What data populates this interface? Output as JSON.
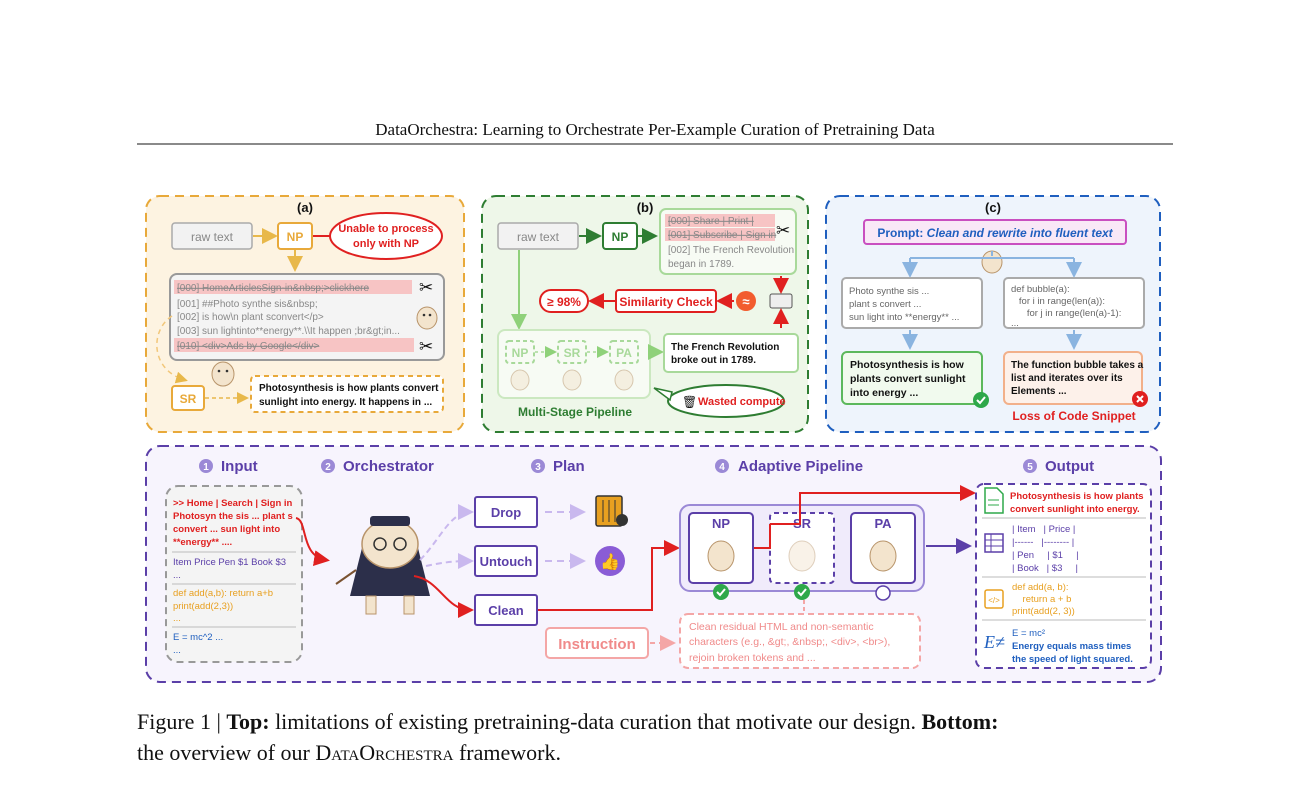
{
  "header": {
    "title": "DataOrchestra: Learning to Orchestrate Per-Example Curation of Pretraining Data"
  },
  "panel_a": {
    "label": "(a)",
    "raw_text": "raw text",
    "np": "NP",
    "callout_line1": "Unable to process",
    "callout_line2": "only with NP",
    "lines": [
      "[000] HomeArticlesSign-in&nbsp;>clickhere",
      "[001] ##Photo synthe sis&nbsp;",
      "[002] is how\\n plant sconvert</p>",
      "[003] sun lightinto**energy**.\\\\It happen ;br&gt;in...",
      "[010] <div>Ads by Google</div>"
    ],
    "sr": "SR",
    "output_line1": "Photosynthesis is how plants convert",
    "output_line2": "sunlight into energy.  It happens in ..."
  },
  "panel_b": {
    "label": "(b)",
    "raw_text": "raw text",
    "np": "NP",
    "cut_lines": [
      "[000] Share | Print |",
      "[001] Subscribe | Sign in"
    ],
    "kept_line1": "[002] The French Revolution",
    "kept_line2": "began in 1789.",
    "percent": "≥ 98%",
    "similarity": "Similarity Check",
    "stages": [
      "NP",
      "SR",
      "PA"
    ],
    "result_line1": "The French Revolution",
    "result_line2": "broke out in 1789.",
    "pipeline_label": "Multi-Stage Pipeline",
    "wasted": "Wasted compute"
  },
  "panel_c": {
    "label": "(c)",
    "prompt_prefix": "Prompt: ",
    "prompt_text": "Clean and rewrite into fluent text",
    "left_in": [
      "Photo synthe sis ...",
      "plant s convert ...",
      "sun light into **energy** ..."
    ],
    "right_in": [
      "def bubble(a):",
      "   for i in range(len(a)):",
      "      for j in range(len(a)-1):",
      "..."
    ],
    "left_out": [
      "Photosynthesis is how",
      "plants convert sunlight",
      "into energy ..."
    ],
    "right_out": [
      "The function bubble takes a",
      "list and iterates over its",
      "Elements ..."
    ],
    "loss": "Loss of Code Snippet"
  },
  "bottom": {
    "sections": [
      {
        "num": "1",
        "title": "Input"
      },
      {
        "num": "2",
        "title": "Orchestrator"
      },
      {
        "num": "3",
        "title": "Plan"
      },
      {
        "num": "4",
        "title": "Adaptive Pipeline"
      },
      {
        "num": "5",
        "title": "Output"
      }
    ],
    "input_red": [
      ">> Home | Search | Sign in",
      "Photosyn the sis ... plant s",
      "convert ... sun light into",
      "**energy** ...."
    ],
    "input_purple": [
      "Item Price Pen  $1 Book $3",
      "..."
    ],
    "input_orange": [
      "def add(a,b): return a+b",
      "print(add(2,3))",
      "..."
    ],
    "input_blue": [
      "E = mc^2 ...",
      "..."
    ],
    "plan": [
      "Drop",
      "Untouch",
      "Clean"
    ],
    "instruction": "Instruction",
    "instruction_text": [
      "Clean residual HTML and non-semantic",
      "characters (e.g., &gt;, &nbsp;, <div>, <br>),",
      "rejoin broken tokens and ..."
    ],
    "pipeline": [
      "NP",
      "SR",
      "PA"
    ],
    "out_red": [
      "Photosynthesis is how plants",
      "convert sunlight into energy."
    ],
    "out_table": [
      "| Item   | Price |",
      "|------   |-------- |",
      "| Pen     | $1     |",
      "| Book   | $3     |"
    ],
    "out_code": [
      "def add(a, b):",
      "    return a + b",
      "print(add(2, 3))"
    ],
    "out_eq": [
      "E = mc²",
      "Energy equals mass times",
      "the speed of light squared."
    ]
  },
  "caption": {
    "fig": "Figure 1 | ",
    "top": "Top:",
    "top_text": " limitations of existing pretraining-data curation that motivate our design. ",
    "bottom": "Bottom:",
    "bottom_text_1": "the overview of our ",
    "name": "DataOrchestra",
    "bottom_text_2": " framework."
  }
}
